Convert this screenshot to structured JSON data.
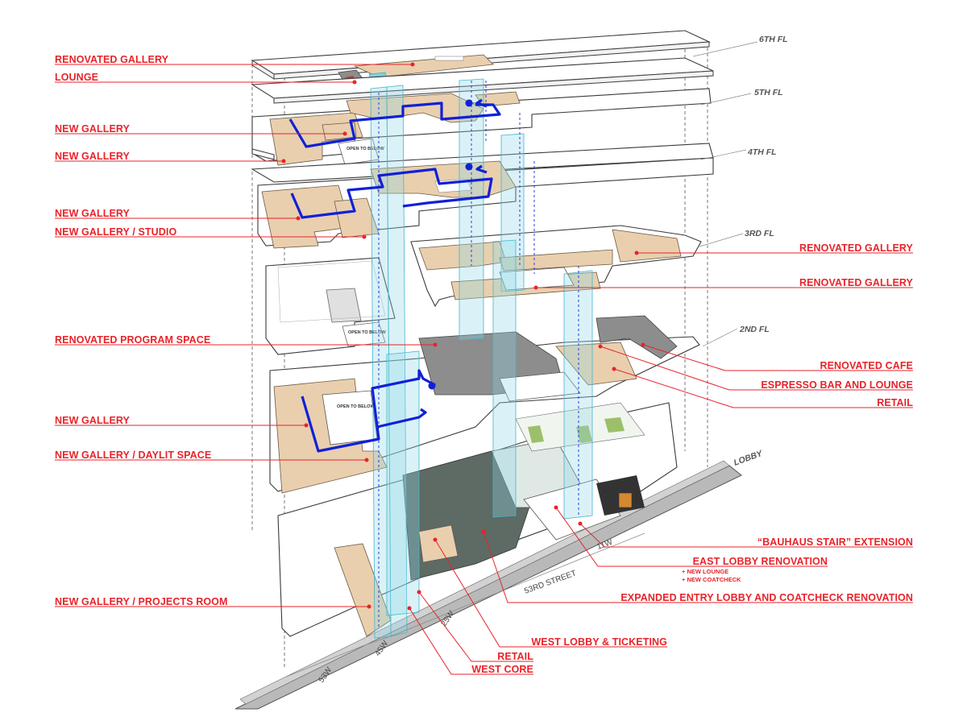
{
  "floors": [
    {
      "key": "f6",
      "label": "6TH FL"
    },
    {
      "key": "f5",
      "label": "5TH FL"
    },
    {
      "key": "f4",
      "label": "4TH FL"
    },
    {
      "key": "f3",
      "label": "3RD FL"
    },
    {
      "key": "f2",
      "label": "2ND FL"
    },
    {
      "key": "lobby",
      "label": "LOBBY"
    }
  ],
  "left_labels": [
    {
      "key": "renovated-gallery-6",
      "text": "RENOVATED GALLERY"
    },
    {
      "key": "lounge-6",
      "text": "LOUNGE"
    },
    {
      "key": "new-gallery-5a",
      "text": "NEW GALLERY"
    },
    {
      "key": "new-gallery-5b",
      "text": "NEW GALLERY"
    },
    {
      "key": "new-gallery-4",
      "text": "NEW GALLERY"
    },
    {
      "key": "new-gallery-studio-4",
      "text": "NEW GALLERY / STUDIO"
    },
    {
      "key": "renovated-program-space",
      "text": "RENOVATED PROGRAM SPACE"
    },
    {
      "key": "new-gallery-2",
      "text": "NEW GALLERY"
    },
    {
      "key": "new-gallery-daylit",
      "text": "NEW GALLERY / DAYLIT SPACE"
    },
    {
      "key": "new-gallery-projects",
      "text": "NEW GALLERY  / PROJECTS ROOM"
    }
  ],
  "right_labels": [
    {
      "key": "renovated-gallery-3a",
      "text": "RENOVATED GALLERY"
    },
    {
      "key": "renovated-gallery-3b",
      "text": "RENOVATED GALLERY"
    },
    {
      "key": "renovated-cafe",
      "text": "RENOVATED CAFE"
    },
    {
      "key": "espresso-bar",
      "text": "ESPRESSO BAR AND LOUNGE"
    },
    {
      "key": "retail-2",
      "text": "RETAIL"
    },
    {
      "key": "bauhaus-stair",
      "text": "“BAUHAUS STAIR” EXTENSION"
    },
    {
      "key": "east-lobby",
      "text": "EAST LOBBY RENOVATION"
    },
    {
      "key": "expanded-entry",
      "text": "EXPANDED ENTRY LOBBY AND COATCHECK RENOVATION"
    }
  ],
  "east_lobby_notes": [
    "+ NEW LOUNGE",
    "+ NEW COATCHECK"
  ],
  "bottom_labels": [
    {
      "key": "west-lobby",
      "text": "WEST LOBBY & TICKETING"
    },
    {
      "key": "retail-lobby",
      "text": "RETAIL"
    },
    {
      "key": "west-core",
      "text": "WEST CORE"
    }
  ],
  "open_to_below": [
    "OPEN TO BELOW",
    "OPEN TO BELOW",
    "OPEN TO BELOW"
  ],
  "streets": {
    "w53": "53W",
    "w45": "45W",
    "w25": "25W",
    "street53": "53RD STREET",
    "w11": "11W"
  },
  "colors": {
    "label_red": "#e8232a",
    "path_blue": "#1020d8",
    "gallery_tan": "#e9cfae",
    "shaft_cyan": "#8fd8e6"
  }
}
